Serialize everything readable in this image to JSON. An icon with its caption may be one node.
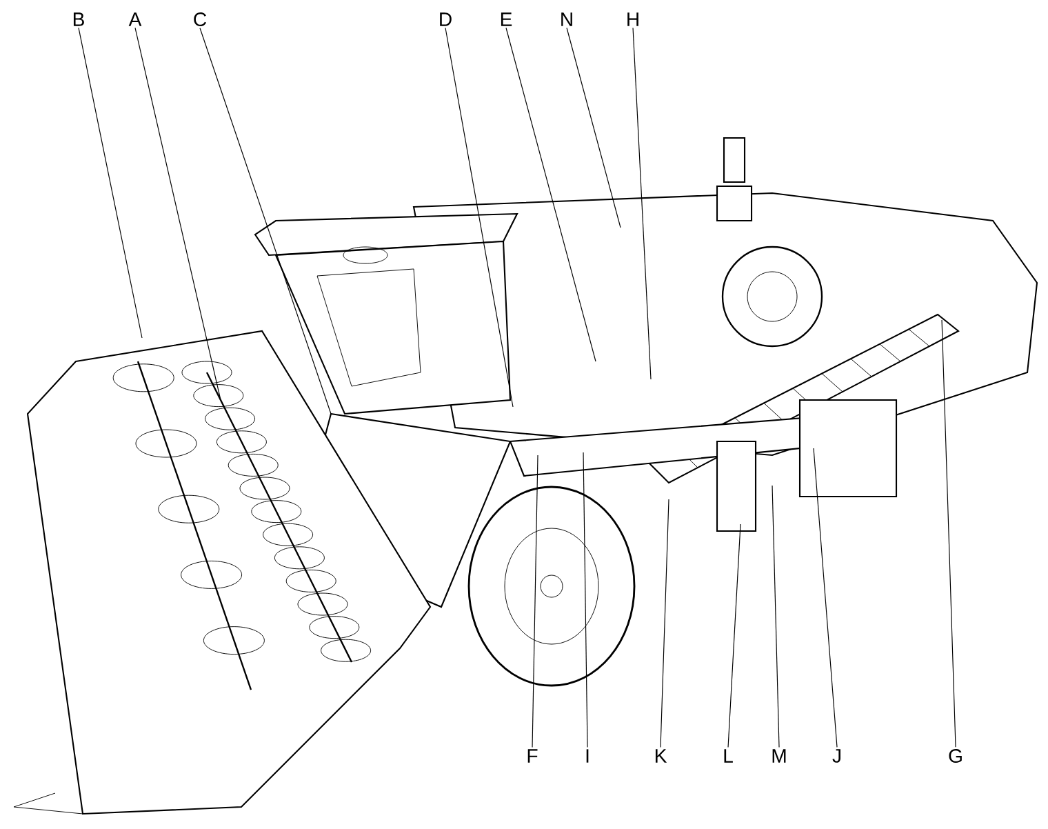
{
  "diagram": {
    "nodes": [
      {
        "text": [
          "B"
        ]
      },
      {
        "text": [
          "A"
        ]
      },
      {
        "text": [
          "C"
        ]
      },
      {
        "text": [
          "D"
        ]
      },
      {
        "text": [
          "E"
        ]
      },
      {
        "text": [
          "N"
        ]
      },
      {
        "text": [
          "H"
        ]
      },
      {
        "text": [
          "F"
        ]
      },
      {
        "text": [
          "I"
        ]
      },
      {
        "text": [
          "K"
        ]
      },
      {
        "text": [
          "L"
        ]
      },
      {
        "text": [
          "M"
        ]
      },
      {
        "text": [
          "J"
        ]
      },
      {
        "text": [
          "G"
        ]
      }
    ],
    "edges": [
      {
        "from": 0,
        "to": null,
        "arrow": "none"
      },
      {
        "from": 1,
        "to": null,
        "arrow": "none"
      },
      {
        "from": 2,
        "to": null,
        "arrow": "none"
      },
      {
        "from": 3,
        "to": null,
        "arrow": "none"
      },
      {
        "from": 4,
        "to": null,
        "arrow": "none"
      },
      {
        "from": 5,
        "to": null,
        "arrow": "none"
      },
      {
        "from": 6,
        "to": null,
        "arrow": "none"
      },
      {
        "from": 7,
        "to": null,
        "arrow": "none"
      },
      {
        "from": 8,
        "to": null,
        "arrow": "none"
      },
      {
        "from": 9,
        "to": null,
        "arrow": "none"
      },
      {
        "from": 10,
        "to": null,
        "arrow": "none"
      },
      {
        "from": 11,
        "to": null,
        "arrow": "none"
      },
      {
        "from": 12,
        "to": null,
        "arrow": "none"
      },
      {
        "from": 13,
        "to": null,
        "arrow": "none"
      }
    ]
  }
}
